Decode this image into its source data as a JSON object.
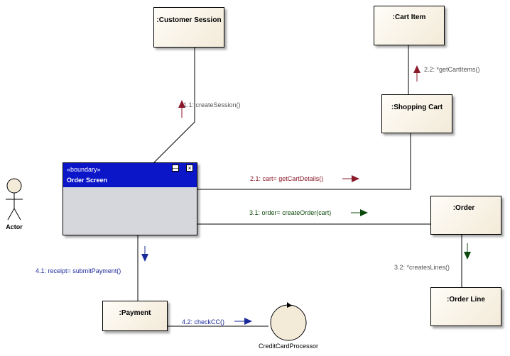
{
  "nodes": {
    "customer_session": ":Customer Session",
    "cart_item": ":Cart Item",
    "shopping_cart": ":Shopping Cart",
    "order": ":Order",
    "order_line": ":Order Line",
    "payment": ":Payment"
  },
  "boundary": {
    "stereotype": "«boundary»",
    "name": "Order Screen"
  },
  "actor": "Actor",
  "interface": "CreditCardProcessor",
  "messages": {
    "m11": "1.1: createSession()",
    "m21": "2.1:  cart= getCartDetails()",
    "m22": "2.2: *getCartItems()",
    "m31": "3.1:  order= createOrder(cart)",
    "m32": "3.2: *createsLines()",
    "m41": "4.1:  receipt= submitPayment()",
    "m42": "4.2: checkCC()"
  },
  "colors": {
    "maroon": "#8b1a2b",
    "green": "#0d4a0d",
    "blue": "#1a2a9a",
    "boundary": "#0b16c8"
  }
}
